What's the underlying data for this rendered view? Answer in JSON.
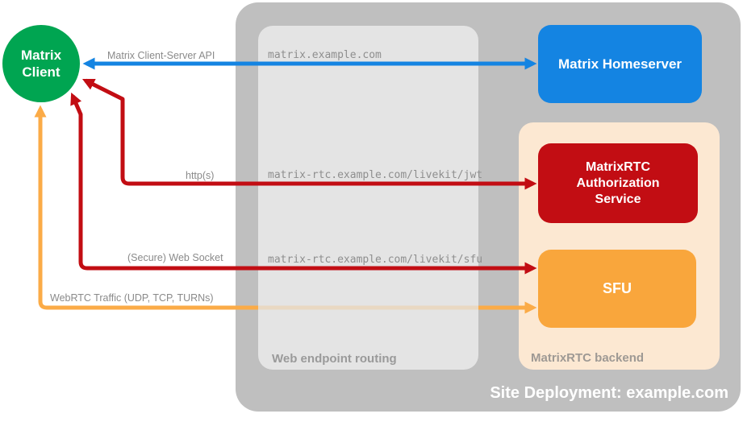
{
  "colors": {
    "green": "#00a551",
    "blue": "#1484e2",
    "red": "#c20d13",
    "orange": "#f9a63c",
    "orange_arrow": "#fbab47",
    "peach": "#fce8d2",
    "outer_gray": "#bfbfbf",
    "inner_gray": "#e4e4e4",
    "label_gray": "#8a8a8a",
    "white_text": "#ffffff"
  },
  "nodes": {
    "client": {
      "label": "Matrix Client"
    },
    "homeserver": {
      "label": "Matrix Homeserver"
    },
    "auth_service": {
      "label": "MatrixRTC Authorization Service"
    },
    "sfu": {
      "label": "SFU"
    }
  },
  "containers": {
    "site": {
      "label": "Site Deployment: example.com"
    },
    "routing": {
      "label": "Web endpoint routing"
    },
    "backend": {
      "label": "MatrixRTC backend"
    }
  },
  "connections": [
    {
      "label": "Matrix Client-Server API",
      "endpoint": "matrix.example.com",
      "color": "#1484e2",
      "from": "Matrix Client",
      "to": "Matrix Homeserver",
      "bidirectional": true
    },
    {
      "label": "http(s)",
      "endpoint": "matrix-rtc.example.com/livekit/jwt",
      "color": "#c20d13",
      "from": "Matrix Client",
      "to": "MatrixRTC Authorization Service",
      "bidirectional": true
    },
    {
      "label": "(Secure) Web Socket",
      "endpoint": "matrix-rtc.example.com/livekit/sfu",
      "color": "#c20d13",
      "from": "Matrix Client",
      "to": "SFU",
      "bidirectional": true
    },
    {
      "label": "WebRTC Traffic (UDP, TCP, TURNs)",
      "endpoint": "",
      "color": "#fbab47",
      "from": "Matrix Client",
      "to": "SFU",
      "bidirectional": true
    }
  ]
}
